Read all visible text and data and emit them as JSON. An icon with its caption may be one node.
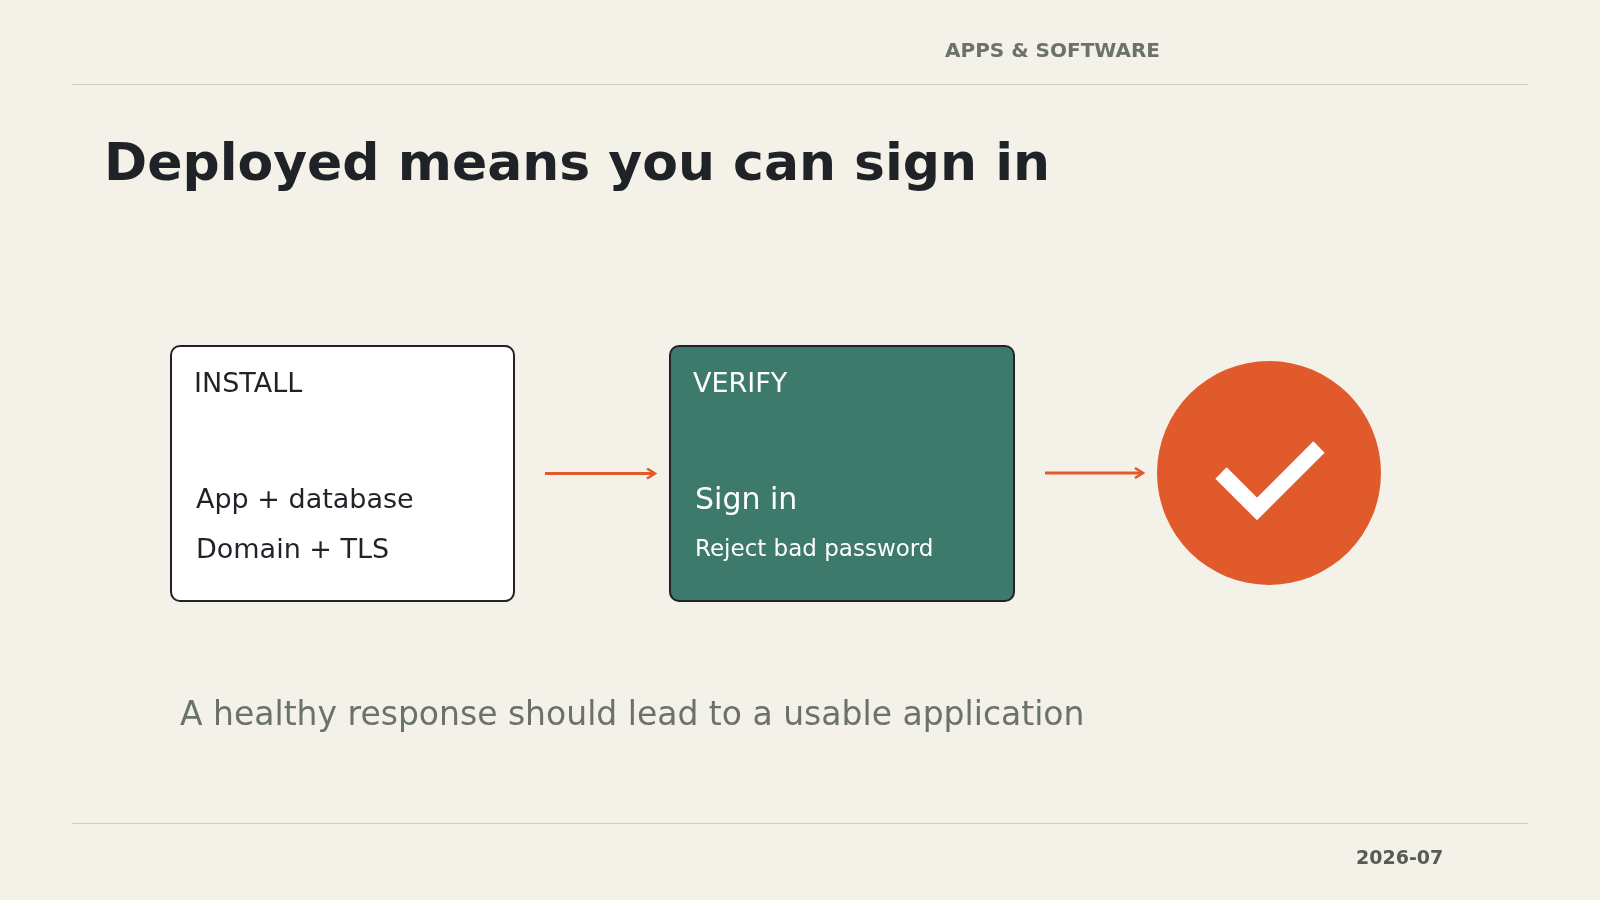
{
  "diagram": {
    "title": "Deployed means you can sign in",
    "nodes": [
      {
        "text": [
          "INSTALL",
          "App + database",
          "Domain + TLS"
        ]
      },
      {
        "text": [
          "VERIFY",
          "Sign in",
          "Reject bad password"
        ]
      },
      {
        "text": [],
        "shape": "circle"
      }
    ],
    "edges": [
      {
        "from": 0,
        "to": 1,
        "arrow": "to"
      },
      {
        "from": 1,
        "to": 2,
        "arrow": "to"
      }
    ],
    "labels": [
      "APPS & SOFTWARE",
      "A healthy response should lead to a usable application",
      "2026-07"
    ]
  }
}
